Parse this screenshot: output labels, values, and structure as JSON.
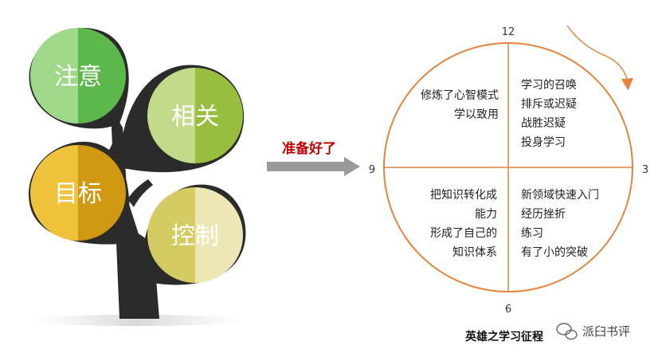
{
  "tree": {
    "leaves": [
      {
        "label": "注意",
        "color_light": "#9ed98a",
        "color_dark": "#5cb84a"
      },
      {
        "label": "相关",
        "color_light": "#c2da8a",
        "color_dark": "#98be3e"
      },
      {
        "label": "目标",
        "color_light": "#eec23a",
        "color_dark": "#cf9a12"
      },
      {
        "label": "控制",
        "color_light": "#d4cc62",
        "color_dark": "#ece7b5"
      }
    ],
    "trunk_color": "#2b2b2b"
  },
  "arrow": {
    "label": "准备好了",
    "color": "#9a9a9a"
  },
  "clock": {
    "numbers": {
      "top": "12",
      "right": "3",
      "bottom": "6",
      "left": "9"
    },
    "line_color": "#e8833a",
    "quadrants": {
      "top_left": [
        "修炼了心智模式",
        "学以致用"
      ],
      "top_right": [
        "学习的召唤",
        "排斥或迟疑",
        "战胜迟疑",
        "投身学习"
      ],
      "bottom_left": [
        "把知识转化成",
        "能力",
        "形成了自己的",
        "知识体系"
      ],
      "bottom_right": [
        "新领域快速入门",
        "经历挫折",
        "练习",
        "有了小的突破"
      ]
    }
  },
  "title": "英雄之学习征程",
  "watermark": "派臼书评"
}
